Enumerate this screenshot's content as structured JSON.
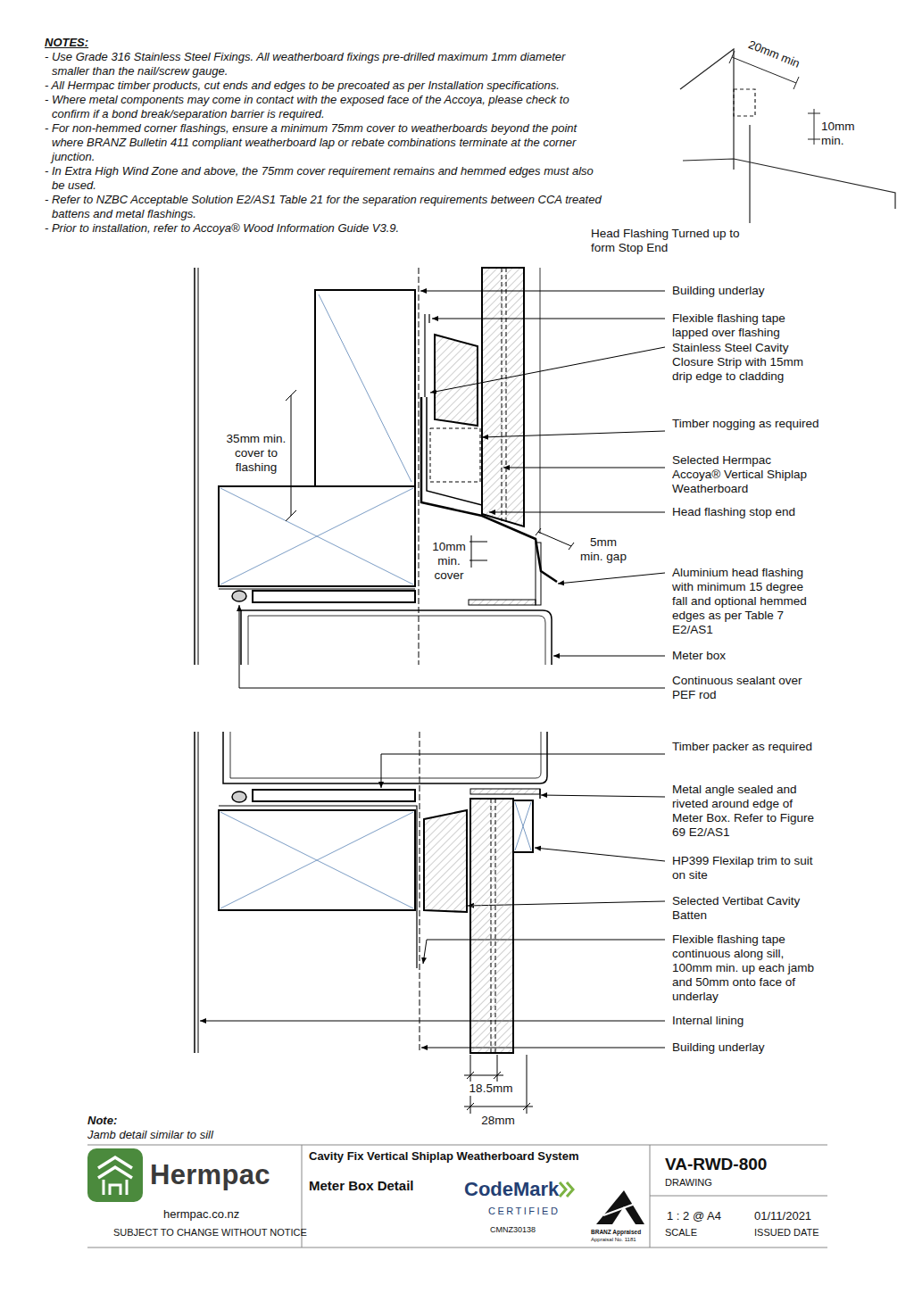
{
  "diagram": {
    "title": "Meter Box Detail",
    "labels": [
      "NOTES:",
      "- Use Grade 316 Stainless Steel Fixings. All weatherboard fixings pre-drilled maximum 1mm diameter smaller than the nail/screw gauge.",
      "- All Hermpac timber products, cut ends and edges to be precoated as per Installation specifications.",
      "- Where metal components may come in contact with the exposed face of the Accoya, please check to confirm if a bond break/separation barrier is required.",
      "- For non-hemmed corner flashings, ensure a minimum 75mm cover to weatherboards beyond the point where BRANZ Bulletin 411 compliant weatherboard lap or rebate combinations terminate at the corner junction.",
      "- In Extra High Wind Zone and above, the 75mm cover requirement remains and hemmed edges must also be used.",
      "- Refer to NZBC Acceptable Solution E2/AS1 Table 21 for the separation requirements between CCA treated battens and metal flashings.",
      "- Prior to installation, refer to Accoya® Wood Information Guide V3.9.",
      "20mm min",
      "10mm min.",
      "Head Flashing Turned up to form Stop End",
      "Building underlay",
      "Flexible flashing tape lapped over flashing",
      "Stainless Steel Cavity Closure Strip with 15mm drip edge to cladding",
      "Timber nogging as required",
      "Selected Hermpac Accoya® Vertical Shiplap Weatherboard",
      "Head flashing stop end",
      "Aluminium head flashing with minimum 15 degree fall and optional hemmed edges as per Table 7 E2/AS1",
      "Meter box",
      "Continuous sealant over PEF rod",
      "35mm min. cover to flashing",
      "10mm min. cover",
      "5mm min. gap",
      "Timber packer as required",
      "Metal angle sealed and riveted around edge of Meter Box. Refer to Figure 69 E2/AS1",
      "HP399 Flexilap trim to suit on site",
      "Selected Vertibat Cavity Batten",
      "Flexible flashing tape continuous along sill, 100mm min. up each jamb and 50mm onto face of underlay",
      "Internal lining",
      "Building underlay",
      "18.5mm",
      "28mm",
      "Note:",
      "Jamb detail similar to sill",
      "Hermpac",
      "hermpac.co.nz",
      "SUBJECT TO CHANGE WITHOUT NOTICE",
      "Cavity Fix Vertical Shiplap Weatherboard System",
      "CodeMark",
      "CERTIFIED",
      "CMNZ30138",
      "BRANZ Appraised",
      "Appraisal No. 1181",
      "VA-RWD-800",
      "DRAWING",
      "1 : 2 @ A4",
      "SCALE",
      "01/11/2021",
      "ISSUED DATE"
    ]
  }
}
